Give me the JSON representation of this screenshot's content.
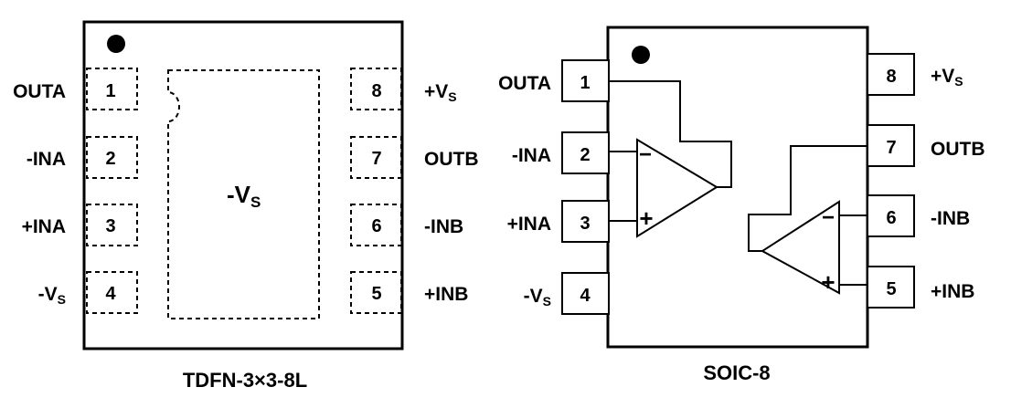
{
  "tdfn": {
    "caption": "TDFN-3×3-8L",
    "center_label": "-V",
    "center_label_sub": "S",
    "left_pins": [
      {
        "num": "1",
        "name": "OUTA",
        "sub": ""
      },
      {
        "num": "2",
        "name": "-INA",
        "sub": ""
      },
      {
        "num": "3",
        "name": "+INA",
        "sub": ""
      },
      {
        "num": "4",
        "name": "-V",
        "sub": "S"
      }
    ],
    "right_pins": [
      {
        "num": "8",
        "name": "+V",
        "sub": "S"
      },
      {
        "num": "7",
        "name": "OUTB",
        "sub": ""
      },
      {
        "num": "6",
        "name": "-INB",
        "sub": ""
      },
      {
        "num": "5",
        "name": "+INB",
        "sub": ""
      }
    ]
  },
  "soic": {
    "caption": "SOIC-8",
    "left_pins": [
      {
        "num": "1",
        "name": "OUTA",
        "sub": ""
      },
      {
        "num": "2",
        "name": "-INA",
        "sub": ""
      },
      {
        "num": "3",
        "name": "+INA",
        "sub": ""
      },
      {
        "num": "4",
        "name": "-V",
        "sub": "S"
      }
    ],
    "right_pins": [
      {
        "num": "8",
        "name": "+V",
        "sub": "S"
      },
      {
        "num": "7",
        "name": "OUTB",
        "sub": ""
      },
      {
        "num": "6",
        "name": "-INB",
        "sub": ""
      },
      {
        "num": "5",
        "name": "+INB",
        "sub": ""
      }
    ],
    "opamp_a": {
      "minus": "−",
      "plus": "+"
    },
    "opamp_b": {
      "minus": "−",
      "plus": "+"
    }
  }
}
